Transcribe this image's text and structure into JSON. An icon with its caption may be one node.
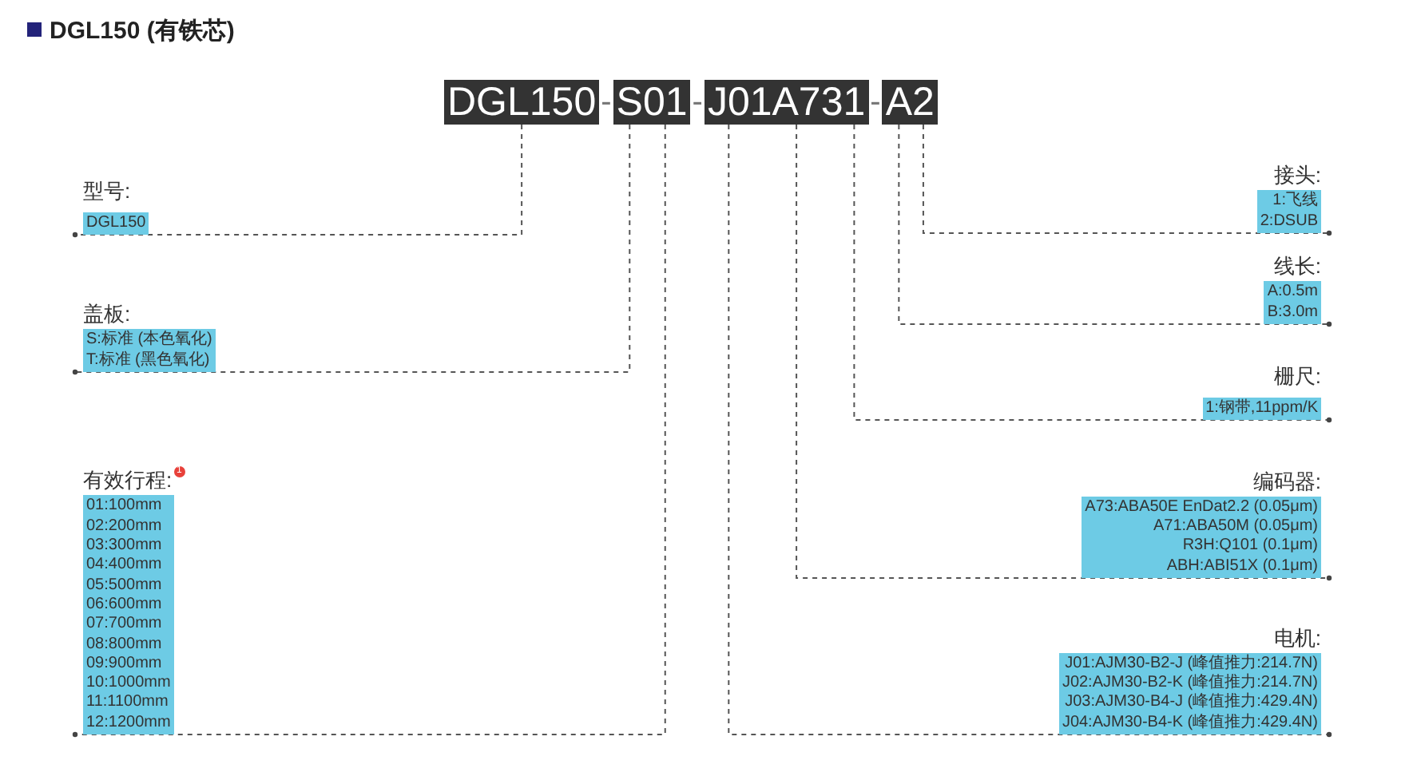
{
  "diagram": {
    "title": "DGL150 (有铁芯)",
    "nodes": [
      {
        "text": [
          "DGL150"
        ]
      },
      {
        "text": [
          "S01"
        ]
      },
      {
        "text": [
          "J01A731"
        ]
      },
      {
        "text": [
          "A2"
        ]
      },
      {
        "text": [
          "型号:",
          "DGL150"
        ]
      },
      {
        "text": [
          "盖板:",
          "S:标准 (本色氧化)",
          "T:标准 (黑色氧化)"
        ]
      },
      {
        "text": [
          "有效行程:",
          "01:100mm",
          "02:200mm",
          "03:300mm",
          "04:400mm",
          "05:500mm",
          "06:600mm",
          "07:700mm",
          "08:800mm",
          "09:900mm",
          "10:1000mm",
          "11:1100mm",
          "12:1200mm"
        ],
        "beside": [
          "1"
        ]
      },
      {
        "text": [
          "接头:",
          "1:飞线",
          "2:DSUB"
        ]
      },
      {
        "text": [
          "线长:",
          "A:0.5m",
          "B:3.0m"
        ]
      },
      {
        "text": [
          "栅尺:",
          "1:钢带,11ppm/K"
        ]
      },
      {
        "text": [
          "编码器:",
          "A73:ABA50E EnDat2.2 (0.05μm)",
          "A71:ABA50M (0.05μm)",
          "R3H:Q101 (0.1μm)",
          "ABH:ABI51X (0.1μm)"
        ]
      },
      {
        "text": [
          "电机:",
          "J01:AJM30-B2-J (峰值推力:214.7N)",
          "J02:AJM30-B2-K (峰值推力:214.7N)",
          "J03:AJM30-B4-J (峰值推力:429.4N)",
          "J04:AJM30-B4-K (峰值推力:429.4N)"
        ]
      }
    ],
    "edges": [
      {
        "from": 0,
        "to": 4,
        "arrow": "other",
        "style": "dashed"
      },
      {
        "from": 1,
        "to": 5,
        "arrow": "other",
        "style": "dashed"
      },
      {
        "from": 1,
        "to": 6,
        "arrow": "other",
        "style": "dashed"
      },
      {
        "from": 2,
        "to": 11,
        "arrow": "other",
        "style": "dashed"
      },
      {
        "from": 2,
        "to": 10,
        "arrow": "other",
        "style": "dashed"
      },
      {
        "from": 2,
        "to": 9,
        "arrow": "other",
        "style": "dashed"
      },
      {
        "from": 3,
        "to": 8,
        "arrow": "other",
        "style": "dashed"
      },
      {
        "from": 3,
        "to": 7,
        "arrow": "other",
        "style": "dashed"
      }
    ],
    "labels": [
      "-",
      "-",
      "-"
    ]
  }
}
